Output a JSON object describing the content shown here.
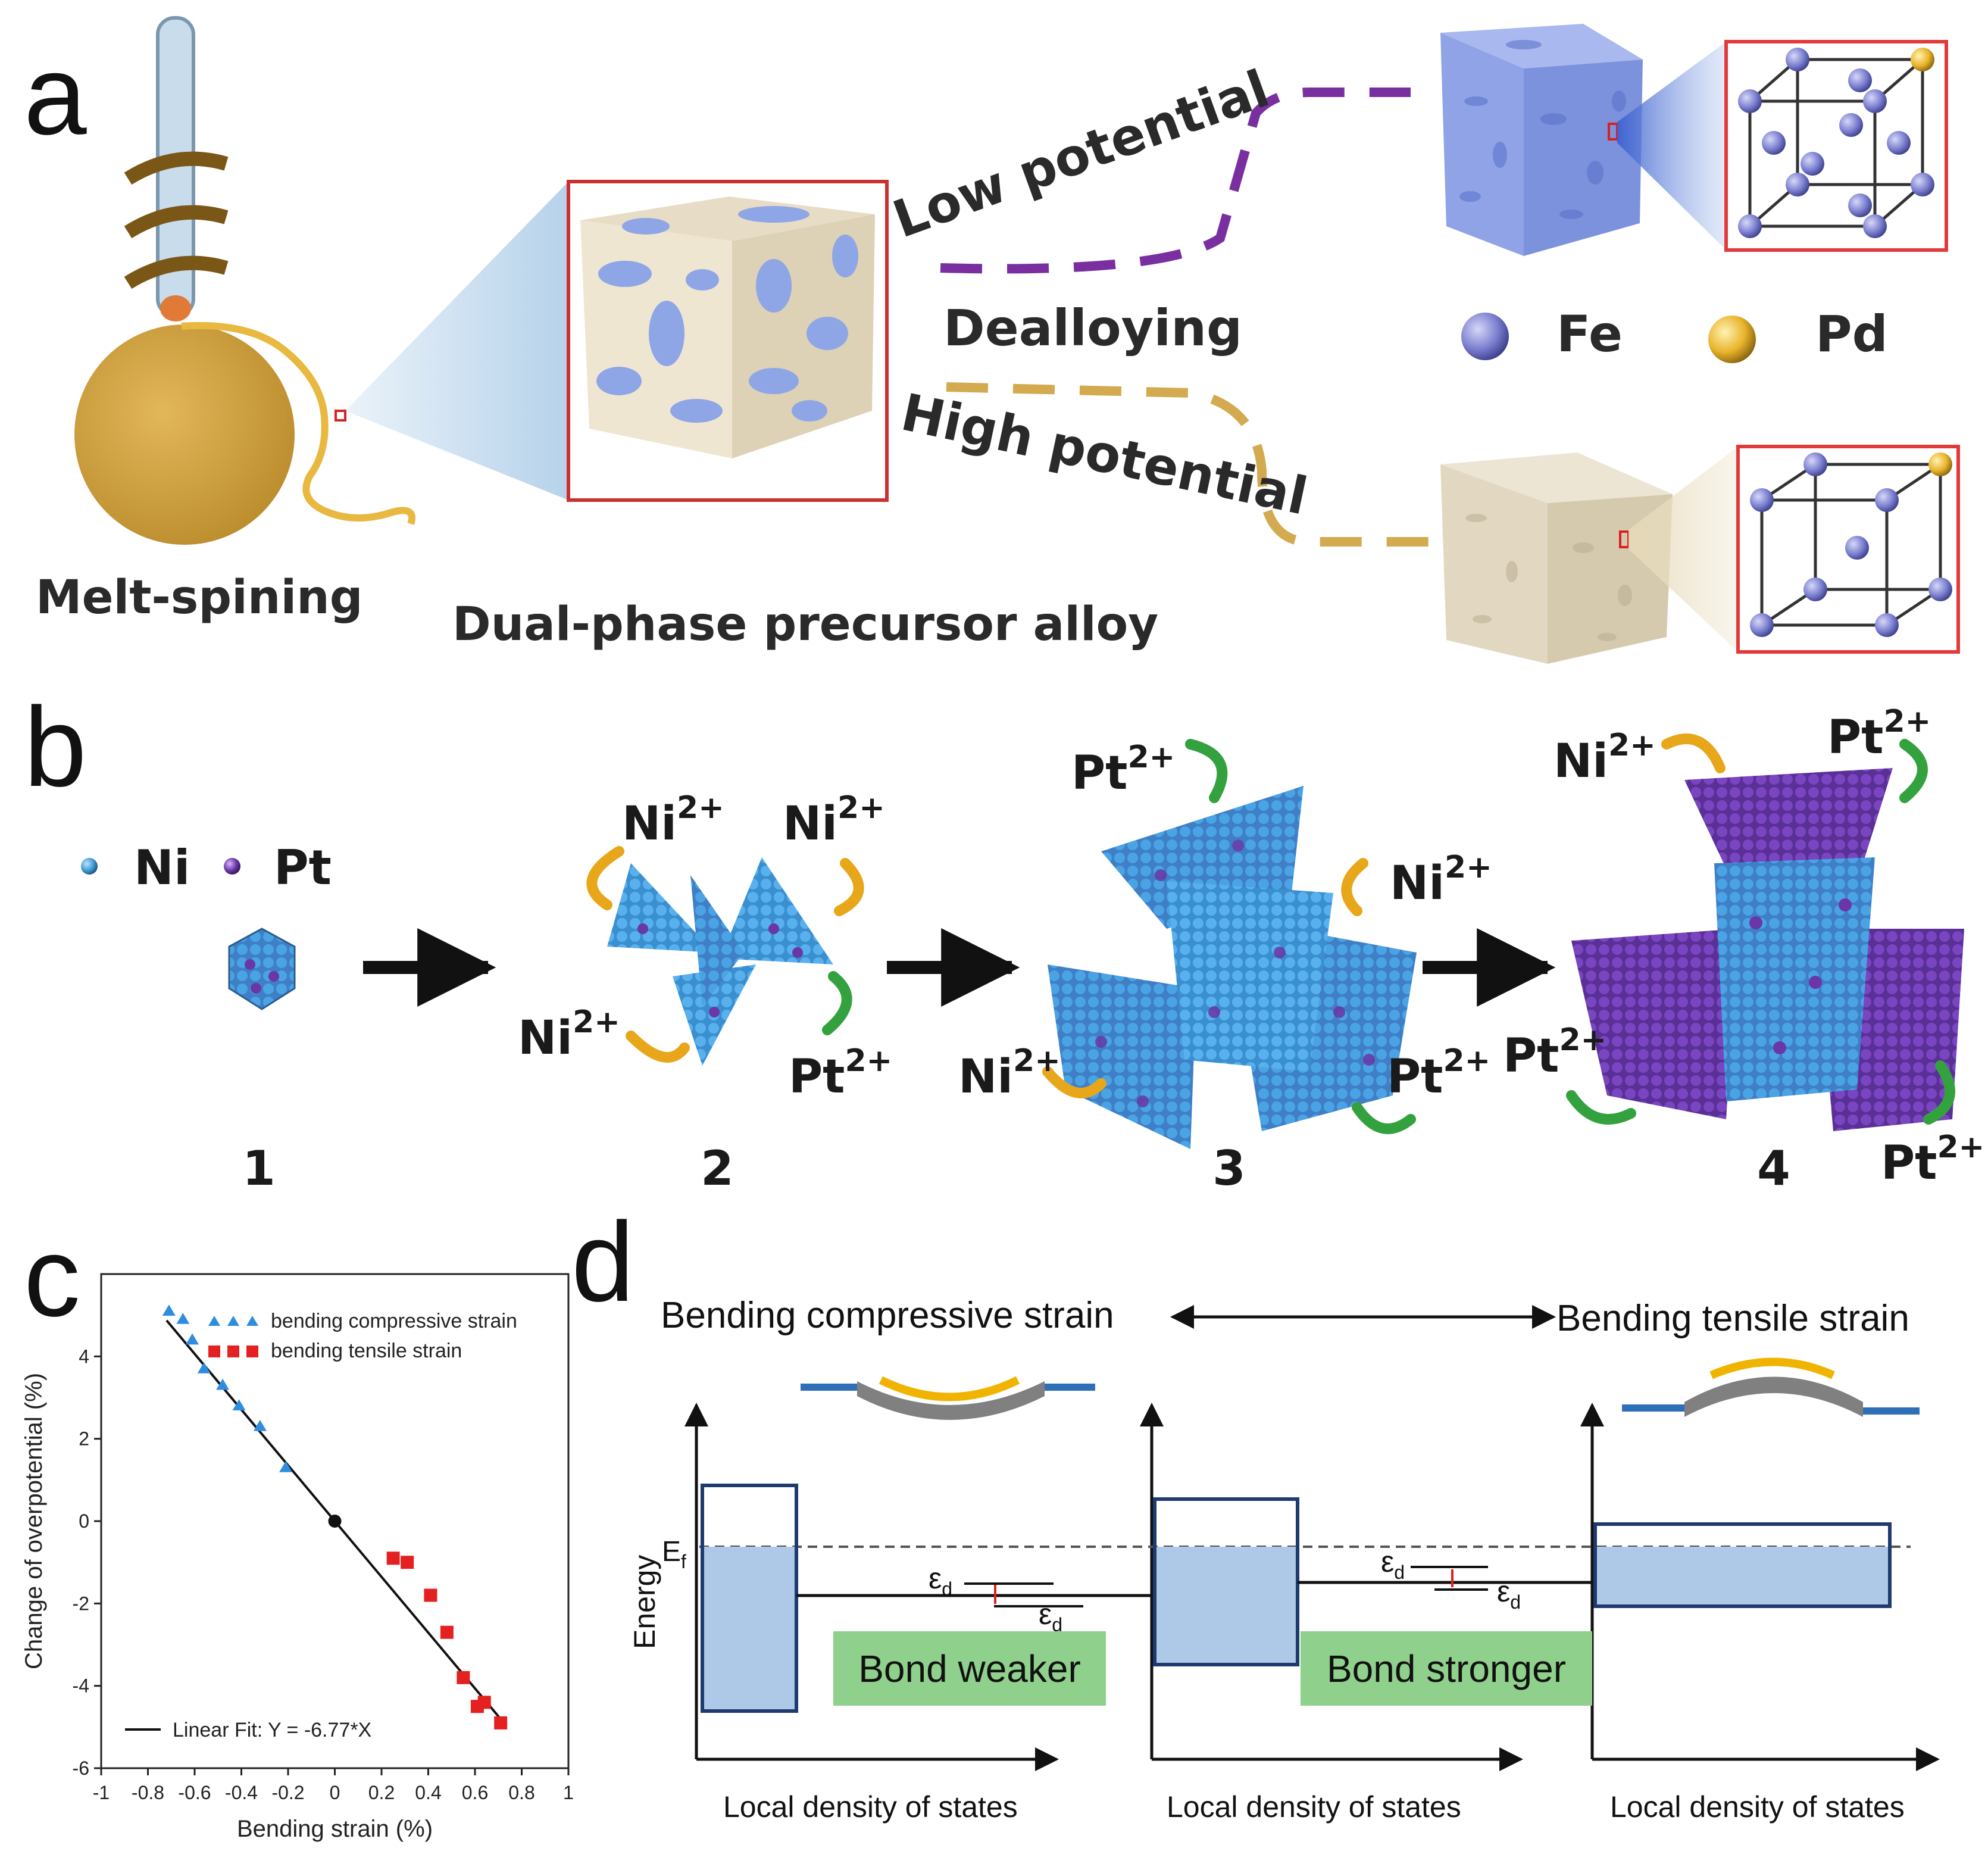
{
  "panel_a": {
    "label": "a",
    "melt_spinning": "Melt-spining",
    "precursor": "Dual-phase precursor alloy",
    "low_potential": "Low potential",
    "dealloying": "Dealloying",
    "high_potential": "High potential",
    "legend": [
      {
        "element": "Fe",
        "color": "#7b7fd0"
      },
      {
        "element": "Pd",
        "color": "#e8b42a"
      }
    ]
  },
  "panel_b": {
    "label": "b",
    "legend": [
      {
        "element": "Ni",
        "color": "#3d9ad6"
      },
      {
        "element": "Pt",
        "color": "#6a36a8"
      }
    ],
    "ion_ni": "Ni",
    "ion_pt": "Pt",
    "charge": "2+",
    "steps": [
      "1",
      "2",
      "3",
      "4"
    ]
  },
  "panel_c": {
    "label": "c",
    "chart_data": {
      "type": "scatter",
      "xlabel": "Bending strain (%)",
      "ylabel": "Change of overpotential (%)",
      "xlim": [
        -1,
        1
      ],
      "ylim": [
        -6,
        6
      ],
      "xticks": [
        "-1",
        "-0.8",
        "-0.6",
        "-0.4",
        "-0.2",
        "0",
        "0.2",
        "0.4",
        "0.6",
        "0.8",
        "1"
      ],
      "yticks": [
        "-6",
        "-4",
        "-2",
        "0",
        "2",
        "4"
      ],
      "series": [
        {
          "name": "bending compressive strain",
          "marker": "triangle",
          "color": "#2f8de0",
          "points": [
            [
              -0.71,
              5.1
            ],
            [
              -0.65,
              4.9
            ],
            [
              -0.61,
              4.4
            ],
            [
              -0.56,
              3.7
            ],
            [
              -0.48,
              3.3
            ],
            [
              -0.41,
              2.8
            ],
            [
              -0.32,
              2.3
            ],
            [
              -0.21,
              1.3
            ]
          ]
        },
        {
          "name": "bending tensile strain",
          "marker": "square",
          "color": "#e52020",
          "points": [
            [
              0.25,
              -0.9
            ],
            [
              0.31,
              -1.0
            ],
            [
              0.41,
              -1.8
            ],
            [
              0.48,
              -2.7
            ],
            [
              0.55,
              -3.8
            ],
            [
              0.61,
              -4.5
            ],
            [
              0.64,
              -4.4
            ],
            [
              0.71,
              -4.9
            ]
          ]
        },
        {
          "name": "",
          "marker": "circle",
          "color": "#111111",
          "points": [
            [
              0,
              0
            ]
          ]
        }
      ],
      "fit": {
        "label": "Linear Fit: Y = -6.77*X",
        "slope": -6.77,
        "x_range": [
          -0.72,
          0.72
        ]
      },
      "legend_position": "top-right"
    }
  },
  "panel_d": {
    "label": "d",
    "compressive": "Bending compressive strain",
    "tensile": "Bending tensile strain",
    "energy": "Energy",
    "fermi": "E",
    "fermi_sub": "f",
    "eps": "ε",
    "eps_sub": "d",
    "bond_weaker": "Bond weaker",
    "bond_stronger": "Bond stronger",
    "ldos": "Local density of states",
    "colors": {
      "band_fill": "#aec8e8",
      "band_edge": "#1f3a6e",
      "bond_box": "#8fd08c",
      "tensile_strip": "#f0b400",
      "substrate": "#808080",
      "wire": "#2e6fb8"
    }
  }
}
